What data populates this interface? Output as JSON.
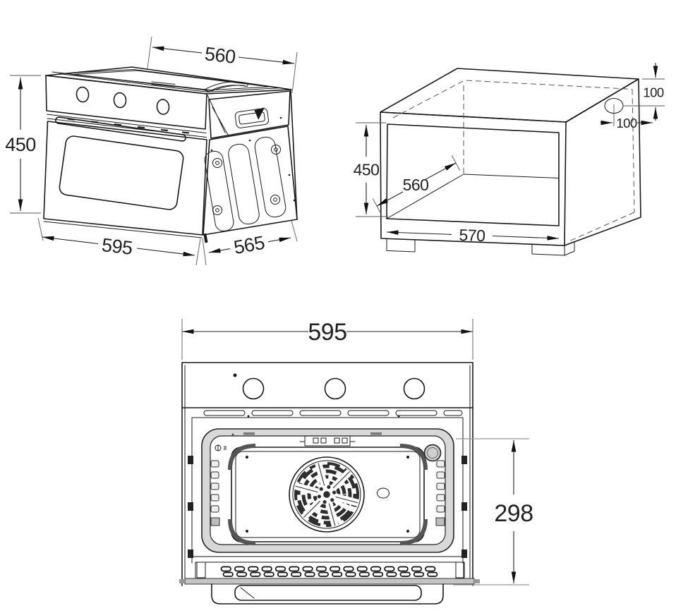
{
  "document": {
    "type": "technical-dimension-drawing",
    "subject": "built-in oven installation dimensions",
    "unit": "mm"
  },
  "dims": {
    "oven_perspective": {
      "top_width": "560",
      "height": "450",
      "front_width": "595",
      "side_depth": "565"
    },
    "cabinet_cutout": {
      "opening_height": "450",
      "inner_depth": "560",
      "base_width": "570",
      "vent_top_offset": "100",
      "vent_side_offset": "100"
    },
    "oven_front": {
      "overall_width": "595",
      "opening_height": "298"
    }
  },
  "colors": {
    "line": "#1a1a1a",
    "dimension_text": "#222222",
    "extension_line": "#9a9a9a",
    "panel_grey": "#d8d8d8"
  }
}
